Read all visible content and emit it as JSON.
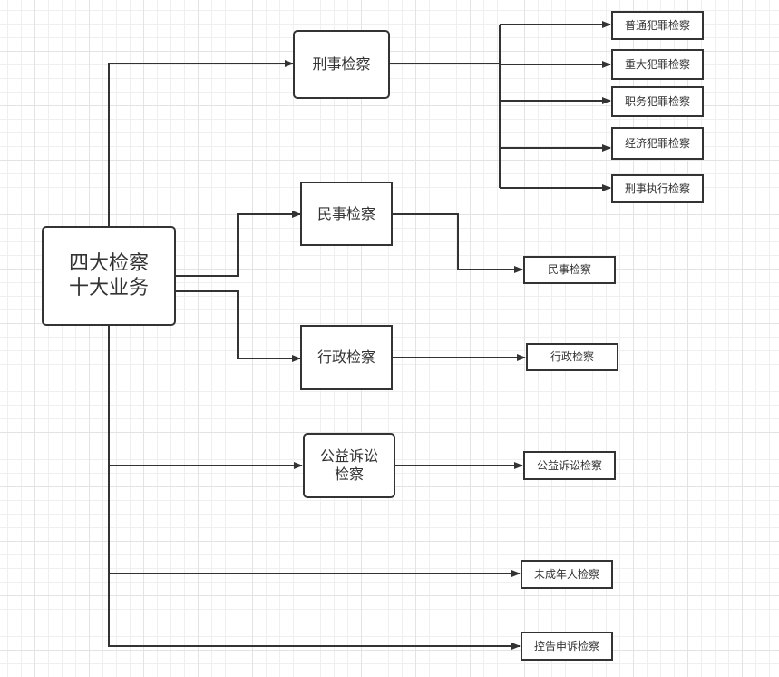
{
  "diagram": {
    "root": {
      "label": "四大检察\n十大业务"
    },
    "categories": [
      {
        "id": "criminal",
        "label": "刑事检察"
      },
      {
        "id": "civil",
        "label": "民事检察"
      },
      {
        "id": "administrative",
        "label": "行政检察"
      },
      {
        "id": "public-interest",
        "label": "公益诉讼\n检察"
      }
    ],
    "leaves": [
      {
        "id": "ordinary-crime",
        "parent": "criminal",
        "label": "普通犯罪检察"
      },
      {
        "id": "major-crime",
        "parent": "criminal",
        "label": "重大犯罪检察"
      },
      {
        "id": "duty-crime",
        "parent": "criminal",
        "label": "职务犯罪检察"
      },
      {
        "id": "economic-crime",
        "parent": "criminal",
        "label": "经济犯罪检察"
      },
      {
        "id": "criminal-execution",
        "parent": "criminal",
        "label": "刑事执行检察"
      },
      {
        "id": "civil-leaf",
        "parent": "civil",
        "label": "民事检察"
      },
      {
        "id": "administrative-leaf",
        "parent": "administrative",
        "label": "行政检察"
      },
      {
        "id": "public-interest-leaf",
        "parent": "public-interest",
        "label": "公益诉讼检察"
      },
      {
        "id": "juvenile",
        "parent": "root",
        "label": "未成年人检察"
      },
      {
        "id": "complaint-appeal",
        "parent": "root",
        "label": "控告申诉检察"
      }
    ],
    "colors": {
      "stroke": "#333333",
      "text": "#333333",
      "background": "#ffffff",
      "grid": "#e3e3e3"
    }
  }
}
